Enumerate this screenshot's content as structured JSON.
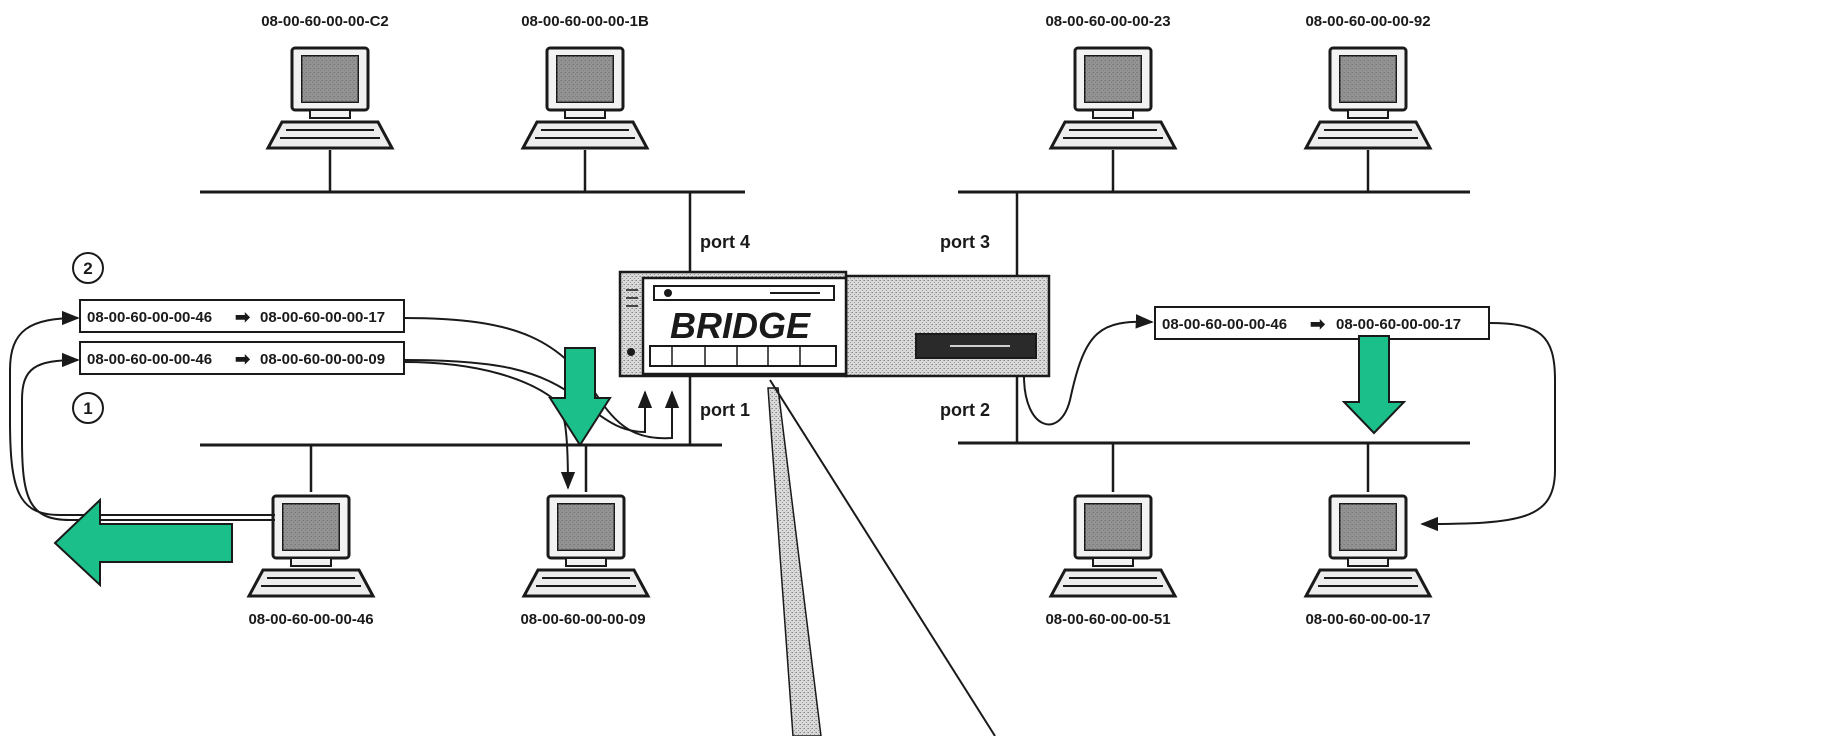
{
  "colors": {
    "ink": "#1a1a1a",
    "paper": "#ffffff",
    "screen": "#6e6e6e",
    "highlight_arrow": "#1bbf8a"
  },
  "hosts": {
    "top_left_1": "08-00-60-00-00-C2",
    "top_left_2": "08-00-60-00-00-1B",
    "top_right_1": "08-00-60-00-00-23",
    "top_right_2": "08-00-60-00-00-92",
    "bottom_left_1": "08-00-60-00-00-46",
    "bottom_left_2": "08-00-60-00-00-09",
    "bottom_right_1": "08-00-60-00-00-51",
    "bottom_right_2": "08-00-60-00-00-17"
  },
  "ports": {
    "port4": "port 4",
    "port3": "port 3",
    "port1": "port 1",
    "port2": "port 2"
  },
  "bridge": {
    "label": "BRIDGE"
  },
  "frames": {
    "frame2": {
      "src": "08-00-60-00-00-46",
      "dst": "08-00-60-00-00-17"
    },
    "frame1": {
      "src": "08-00-60-00-00-46",
      "dst": "08-00-60-00-00-09"
    },
    "forwarded": {
      "src": "08-00-60-00-00-46",
      "dst": "08-00-60-00-00-17"
    }
  },
  "steps": {
    "step2": "2",
    "step1": "1"
  }
}
